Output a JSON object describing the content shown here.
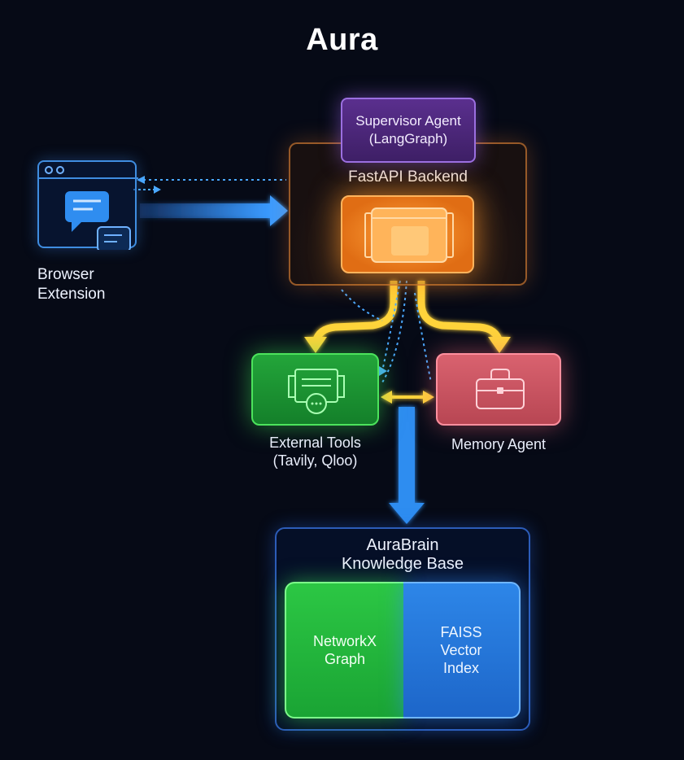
{
  "title": "Aura",
  "browser_extension": {
    "label_line1": "Browser",
    "label_line2": "Extension"
  },
  "supervisor": {
    "line1": "Supervisor Agent",
    "line2": "(LangGraph)"
  },
  "backend": {
    "label": "FastAPI Backend"
  },
  "external_tools": {
    "line1": "External Tools",
    "line2": "(Tavily, Qloo)"
  },
  "memory_agent": {
    "label": "Memory Agent"
  },
  "knowledge_base": {
    "line1": "AuraBrain",
    "line2": "Knowledge Base",
    "graph": {
      "line1": "NetworkX",
      "line2": "Graph"
    },
    "vector": {
      "line1": "FAISS",
      "line2": "Vector",
      "line3": "Index"
    }
  },
  "colors": {
    "background": "#060a16",
    "supervisor": "#5a2f8e",
    "backend_core": "#ff9a33",
    "external_tools": "#23a53a",
    "memory_agent": "#d9626f",
    "networkx": "#2cc744",
    "faiss": "#2d86e8",
    "arrow_yellow": "#ffd43a",
    "arrow_blue": "#2f8df0"
  },
  "icons": [
    "browser-window-icon",
    "chat-bubble-icon",
    "hand-pointer-icon",
    "app-window-icon",
    "documents-chat-icon",
    "briefcase-icon"
  ]
}
